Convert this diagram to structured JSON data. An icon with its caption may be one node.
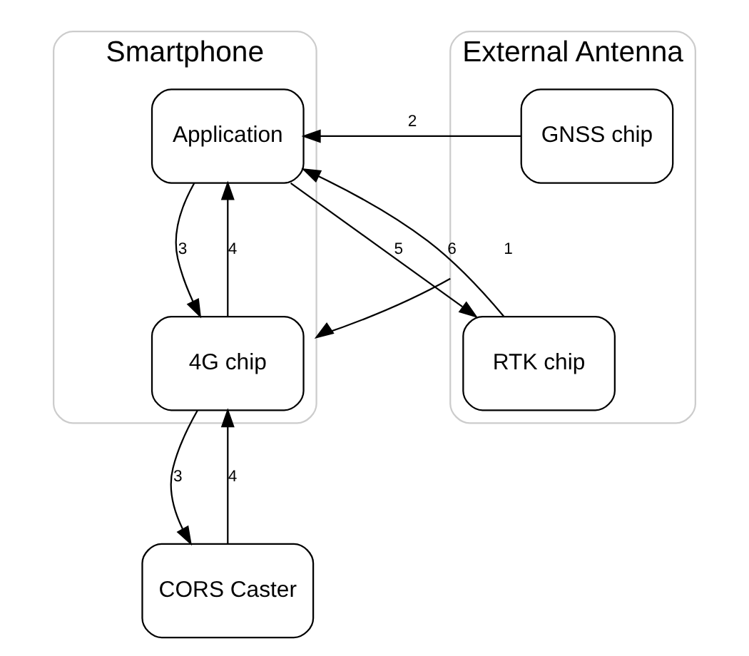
{
  "diagram": {
    "nodes": [
      {
        "text": [
          "Smartphone"
        ]
      },
      {
        "text": [
          "Application"
        ],
        "in": 0
      },
      {
        "text": [
          "4G chip"
        ],
        "in": 0
      },
      {
        "text": [
          "External Antenna"
        ]
      },
      {
        "text": [
          "GNSS chip"
        ],
        "in": 3
      },
      {
        "text": [
          "RTK chip"
        ],
        "in": 3
      },
      {
        "text": [
          "CORS Caster"
        ]
      }
    ],
    "edges": [
      {
        "from": 3,
        "to": 0,
        "arrow": "to",
        "label": "1"
      },
      {
        "from": 4,
        "to": 1,
        "arrow": "to",
        "label": "2"
      },
      {
        "from": 1,
        "to": 2,
        "arrow": "to",
        "label": "3"
      },
      {
        "from": 2,
        "to": 1,
        "arrow": "to",
        "label": "4"
      },
      {
        "from": 1,
        "to": 5,
        "arrow": "to",
        "label": "5"
      },
      {
        "from": 5,
        "to": 1,
        "arrow": "to",
        "label": "6"
      },
      {
        "from": 2,
        "to": 6,
        "arrow": "to",
        "label": "3"
      },
      {
        "from": 6,
        "to": 2,
        "arrow": "to",
        "label": "4"
      }
    ]
  }
}
